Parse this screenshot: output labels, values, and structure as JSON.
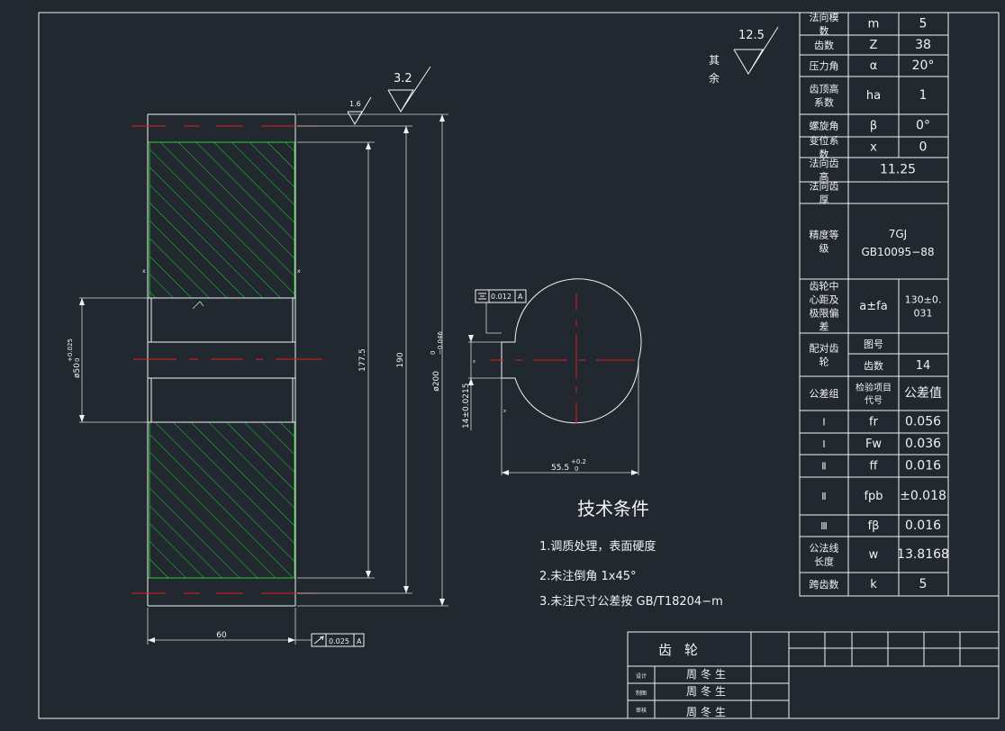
{
  "colors": {
    "background": "#212830",
    "lines": "#f2f2f2",
    "center_lines": "#e01b1b",
    "hatch": "#22d02a"
  },
  "roughness": {
    "other": "12.5",
    "other_label": "其余",
    "top": "3.2",
    "small": "1.6"
  },
  "dimensions": {
    "width": "60",
    "bore": "ø50",
    "bore_tol_upper": "+0.025",
    "bore_tol_lower": "0",
    "root": "177.5",
    "pitch": "190",
    "tip": "ø200",
    "tip_tol_upper": "0",
    "tip_tol_lower": "−0.046",
    "keyway_depth": "55.5",
    "keyway_depth_tol_upper": "+0.2",
    "keyway_depth_tol_lower": "0",
    "keyway_width": "14±0.0215",
    "runout_tol": "0.025",
    "runout_datum": "A",
    "sym_tol": "0.012",
    "sym_datum": "A",
    "datum_a": "A"
  },
  "tech": {
    "heading": "技术条件",
    "items": [
      "1.调质处理，表面硬度",
      "2.未注倒角 1x45°",
      "3.未注尺寸公差按 GB/T18204−m"
    ]
  },
  "params": [
    {
      "name": "法向模数",
      "sym": "m",
      "val": "5"
    },
    {
      "name": "齿数",
      "sym": "Z",
      "val": "38"
    },
    {
      "name": "压力角",
      "sym": "α",
      "val": "20°"
    },
    {
      "name": "齿顶高系数",
      "sym": "ha",
      "val": "1"
    },
    {
      "name": "螺旋角",
      "sym": "β",
      "val": "0°"
    },
    {
      "name": "变位系数",
      "sym": "x",
      "val": "0"
    },
    {
      "name": "法向齿高",
      "val": "11.25"
    },
    {
      "name": "法向齿厚",
      "val": ""
    },
    {
      "name": "精度等级",
      "val1": "7GJ",
      "val2": "GB10095−88"
    },
    {
      "name": "齿轮中心距及极限偏差",
      "sym": "a±fa",
      "val": "130±0.031"
    },
    {
      "name": "配对齿轮",
      "r1_label": "图号",
      "r1_val": "",
      "r2_label": "齿数",
      "r2_val": "14"
    },
    {
      "name": "公差组",
      "sym": "检验项目代号",
      "val": "公差值"
    },
    {
      "name": "Ⅰ",
      "sym": "fr",
      "val": "0.056"
    },
    {
      "name": "Ⅰ",
      "sym": "Fw",
      "val": "0.036"
    },
    {
      "name": "Ⅱ",
      "sym": "ff",
      "val": "0.016"
    },
    {
      "name": "Ⅱ",
      "sym": "fpb",
      "val": "±0.018"
    },
    {
      "name": "Ⅲ",
      "sym": "fβ",
      "val": "0.016"
    },
    {
      "name": "公法线长度",
      "sym": "w",
      "val": "13.8168"
    },
    {
      "name": "跨齿数",
      "sym": "k",
      "val": "5"
    }
  ],
  "title_block": {
    "title": "齿轮",
    "rows": [
      {
        "role": "设计",
        "name": "周冬生"
      },
      {
        "role": "制图",
        "name": "周冬生"
      },
      {
        "role": "审核",
        "name": "周冬生"
      }
    ]
  }
}
